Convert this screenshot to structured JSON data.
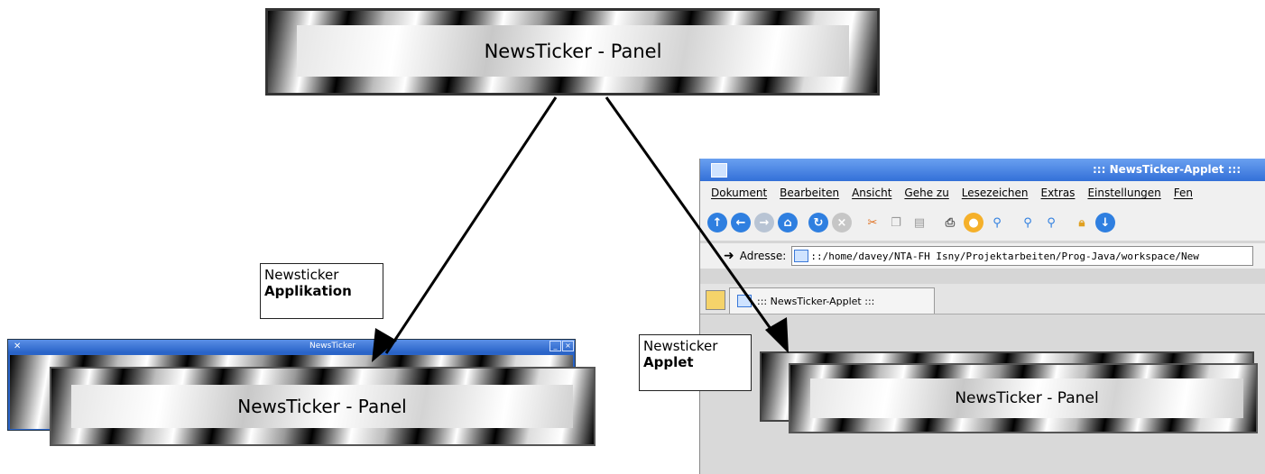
{
  "top_panel": {
    "label": "NewsTicker - Panel"
  },
  "application": {
    "note_line1": "Newsticker",
    "note_line2": "Applikation",
    "window_title": "NewsTicker",
    "panel_label": "NewsTicker - Panel",
    "window_buttons": [
      "_",
      "×"
    ]
  },
  "applet": {
    "note_line1": "Newsticker",
    "note_line2": "Applet",
    "browser_title": "::: NewsTicker-Applet :::",
    "menu": [
      "Dokument",
      "Bearbeiten",
      "Ansicht",
      "Gehe zu",
      "Lesezeichen",
      "Extras",
      "Einstellungen",
      "Fen"
    ],
    "address_label": "Adresse:",
    "address_value": "::/home/davey/NTA-FH Isny/Projektarbeiten/Prog-Java/workspace/New",
    "tab_label": "::: NewsTicker-Applet :::",
    "panel_label": "NewsTicker - Panel"
  },
  "colors": {
    "titlebar": "#3370d8",
    "arrow": "#000000"
  }
}
